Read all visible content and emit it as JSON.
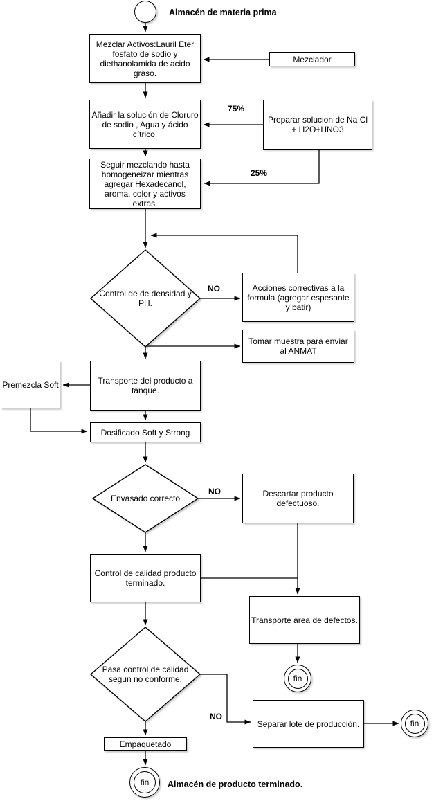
{
  "diagram": {
    "title_note_start": "Almacén de materia prima",
    "title_note_end": "Almacén de producto terminado.",
    "colors": {
      "stroke": "#000000",
      "node_fill": "#ffffff",
      "text": "#000000"
    },
    "nodes": {
      "start": {
        "type": "start",
        "label": ""
      },
      "mezclar_activos": {
        "type": "process",
        "label": "Mezclar Activos:Lauril  Eter fosfato de sodio y diethanolamida de acido graso."
      },
      "mezclador": {
        "type": "process",
        "label": "Mezclador"
      },
      "anadir_solucion": {
        "type": "process",
        "label": "Añadir la solución de Cloruro de sodio , Agua y ácido cítrico."
      },
      "preparar_solucion": {
        "type": "process",
        "label": "Preparar solucion de Na Cl + H2O+HNO3"
      },
      "seguir_mezclando": {
        "type": "process",
        "label": "Seguir mezclando hasta homogeneizar mientras agregar Hexadecanol, aroma, color y activos extras."
      },
      "control_densidad": {
        "type": "decision",
        "label": "Control de de densidad y PH."
      },
      "acciones_correctivas": {
        "type": "process",
        "label": "Acciones correctivas a la formula (agregar espesante y batir)"
      },
      "tomar_muestra": {
        "type": "process",
        "label": "Tomar muestra para enviar al ANMAT"
      },
      "premezcla_soft": {
        "type": "process",
        "label": "Premezcla Soft"
      },
      "transporte_tanque": {
        "type": "process",
        "label": "Transporte del producto a tanque."
      },
      "dosificado": {
        "type": "process",
        "label": "Dosificado Soft y Strong"
      },
      "envasado_correcto": {
        "type": "decision",
        "label": "Envasado correcto"
      },
      "descartar_producto": {
        "type": "process",
        "label": "Descartar producto defectuoso."
      },
      "control_calidad": {
        "type": "process",
        "label": "Control de calidad producto terminado."
      },
      "transporte_defectos": {
        "type": "process",
        "label": "Transporte area de defectos."
      },
      "fin_defectos": {
        "type": "end",
        "label": "fin"
      },
      "pasa_control": {
        "type": "decision",
        "label": "Pasa control de calidad segun no conforme."
      },
      "separar_lote": {
        "type": "process",
        "label": "Separar lote de producción."
      },
      "fin_separar": {
        "type": "end",
        "label": "fin"
      },
      "empaquetado": {
        "type": "process",
        "label": "Empaquetado"
      },
      "fin_final": {
        "type": "end",
        "label": "fin"
      }
    },
    "edge_labels": {
      "preparar_to_anadir": "75%",
      "preparar_to_seguir": "25%",
      "densidad_no": "NO",
      "envasado_no": "NO",
      "pasa_no": "NO"
    }
  }
}
